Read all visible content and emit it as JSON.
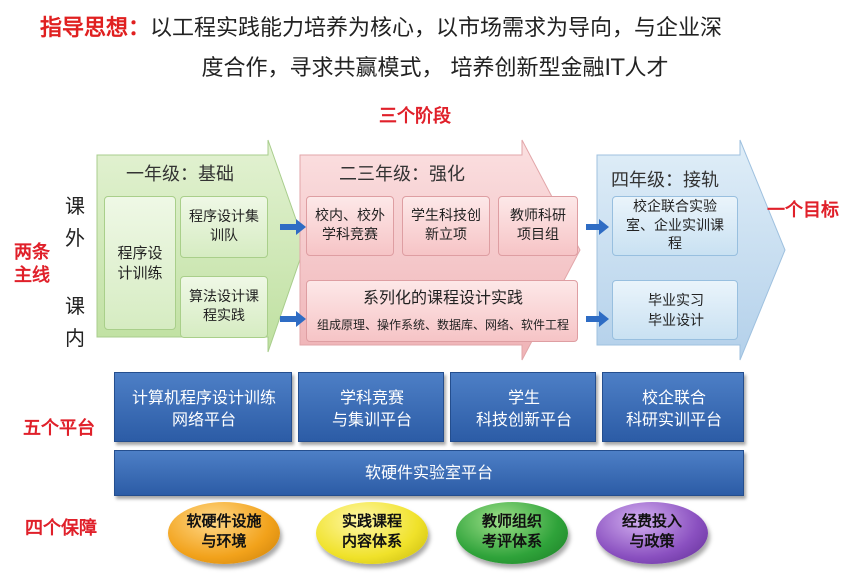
{
  "guide": {
    "label": "指导思想：",
    "line1_text": "以工程实践能力培养为核心，以市场需求为导向，与企业深",
    "line2_text": "度合作，寻求共赢模式， 培养创新型金融IT人才"
  },
  "stages_title": "三个阶段",
  "two_lines": {
    "label": "两条主线",
    "extracurricular": [
      "课",
      "外"
    ],
    "curricular": [
      "课",
      "内"
    ]
  },
  "goal_label": "一个目标",
  "stages": [
    {
      "title": "一年级：基础",
      "color": "#cde8b4"
    },
    {
      "title": "二三年级：强化",
      "color": "#f5c9cb"
    },
    {
      "title": "四年级：接轨",
      "color": "#c3dbef"
    }
  ],
  "boxes": {
    "training": "程序设计训练",
    "team": "程序设计集训队",
    "algorithm": "算法设计课程实践",
    "contest": "校内、校外学科竞赛",
    "student_project": "学生科技创新立项",
    "teacher_project": "教师科研项目组",
    "series_title": "系列化的课程设计实践",
    "series_sub": "组成原理、操作系统、数据库、网络、软件工程",
    "enterprise_lab": "校企联合实验室、企业实训课程",
    "graduation": [
      "毕业实习",
      "毕业设计"
    ]
  },
  "platforms": {
    "label": "五个平台",
    "items": [
      [
        "计算机程序设计训练",
        "网络平台"
      ],
      [
        "学科竞赛",
        "与集训平台"
      ],
      [
        "学生",
        "科技创新平台"
      ],
      [
        "校企联合",
        "科研实训平台"
      ]
    ],
    "base": "软硬件实验室平台"
  },
  "guarantees": {
    "label": "四个保障",
    "items": [
      {
        "lines": [
          "软硬件设施",
          "与环境"
        ],
        "color": "#f2a21b"
      },
      {
        "lines": [
          "实践课程",
          "内容体系"
        ],
        "color": "#f0e22a"
      },
      {
        "lines": [
          "教师组织",
          "考评体系"
        ],
        "color": "#2fa33a"
      },
      {
        "lines": [
          "经费投入",
          "与政策"
        ],
        "color": "#8a50c0"
      }
    ]
  }
}
